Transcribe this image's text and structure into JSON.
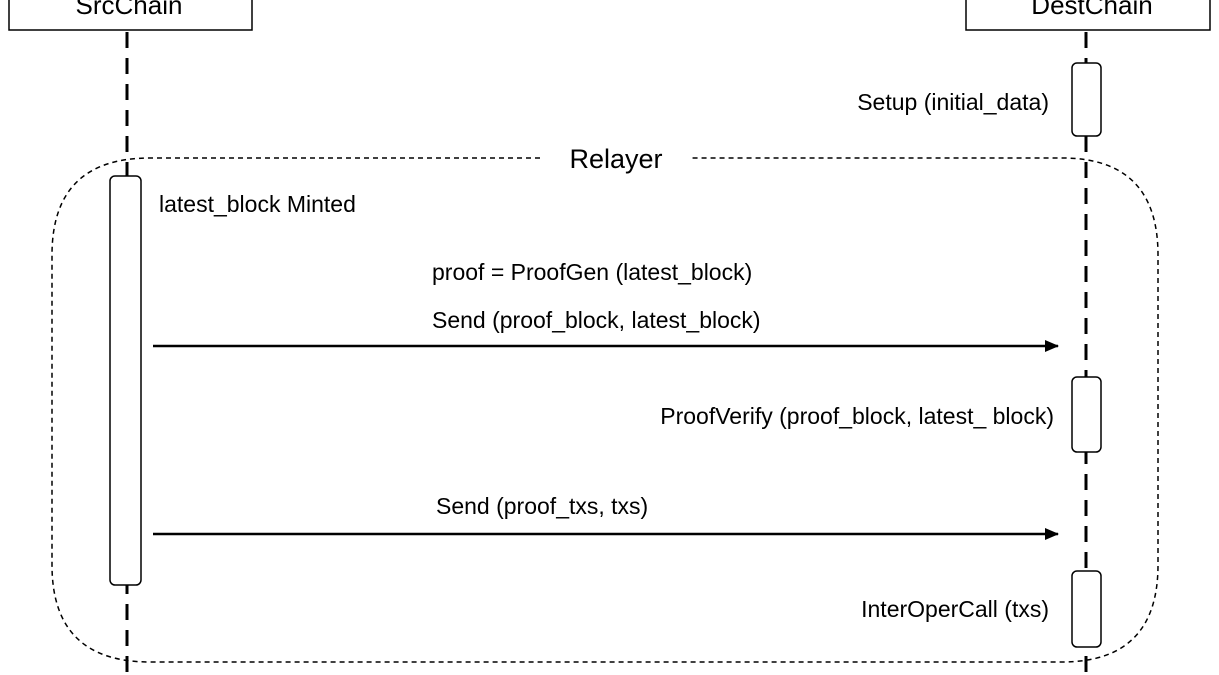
{
  "actors": {
    "src": "SrcChain",
    "dest": "DestChain"
  },
  "frame": {
    "label": "Relayer"
  },
  "messages": {
    "setup": "Setup (initial_data)",
    "minted": "latest_block Minted",
    "proofgen": "proof = ProofGen (latest_block)",
    "send_block": "Send (proof_block, latest_block)",
    "verify": "ProofVerify (proof_block, latest_ block)",
    "send_txs": "Send (proof_txs, txs)",
    "interop": "InterOperCall (txs)"
  },
  "colors": {
    "line": "#000000",
    "background": "#ffffff"
  }
}
